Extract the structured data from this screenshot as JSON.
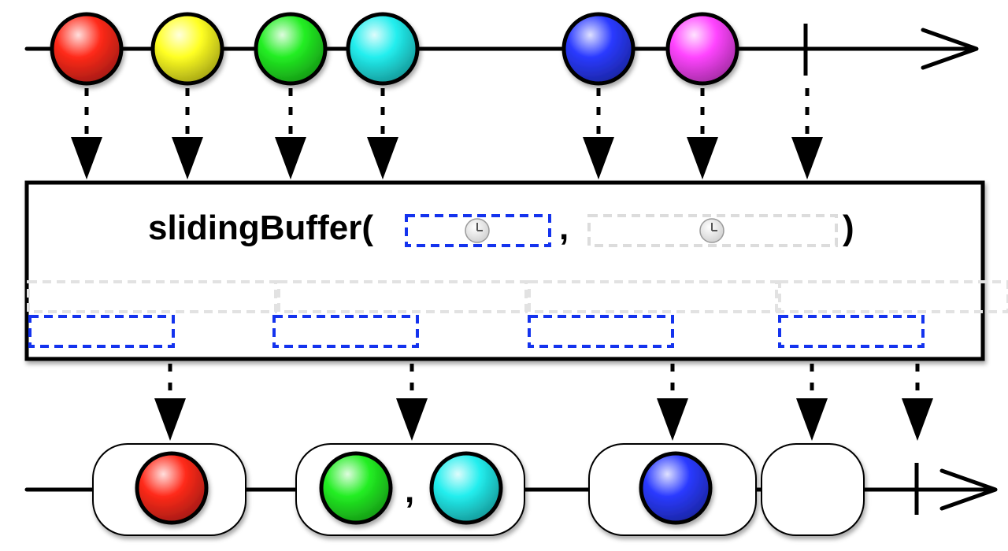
{
  "operator": {
    "name": "slidingBuffer(",
    "separator": ",",
    "close": ")",
    "params": [
      {
        "role": "timespan",
        "icon": "clock-icon",
        "color": "#1433ee"
      },
      {
        "role": "timeshift",
        "icon": "clock-icon",
        "color": "#dcdcdc"
      }
    ]
  },
  "source": {
    "items": [
      {
        "color": "#ff2a1a"
      },
      {
        "color": "#ffff22"
      },
      {
        "color": "#22ee22"
      },
      {
        "color": "#22eeee"
      },
      {
        "color": "#2a3aff"
      },
      {
        "color": "#ff44ff"
      }
    ],
    "completes": true
  },
  "result": {
    "buffers": [
      {
        "items": [
          {
            "color": "#ff2a1a"
          }
        ]
      },
      {
        "items": [
          {
            "color": "#22ee22"
          },
          {
            "color": "#22eeee"
          }
        ],
        "separator": ","
      },
      {
        "items": [
          {
            "color": "#2a3aff"
          }
        ]
      },
      {
        "items": []
      }
    ],
    "completes": true
  }
}
